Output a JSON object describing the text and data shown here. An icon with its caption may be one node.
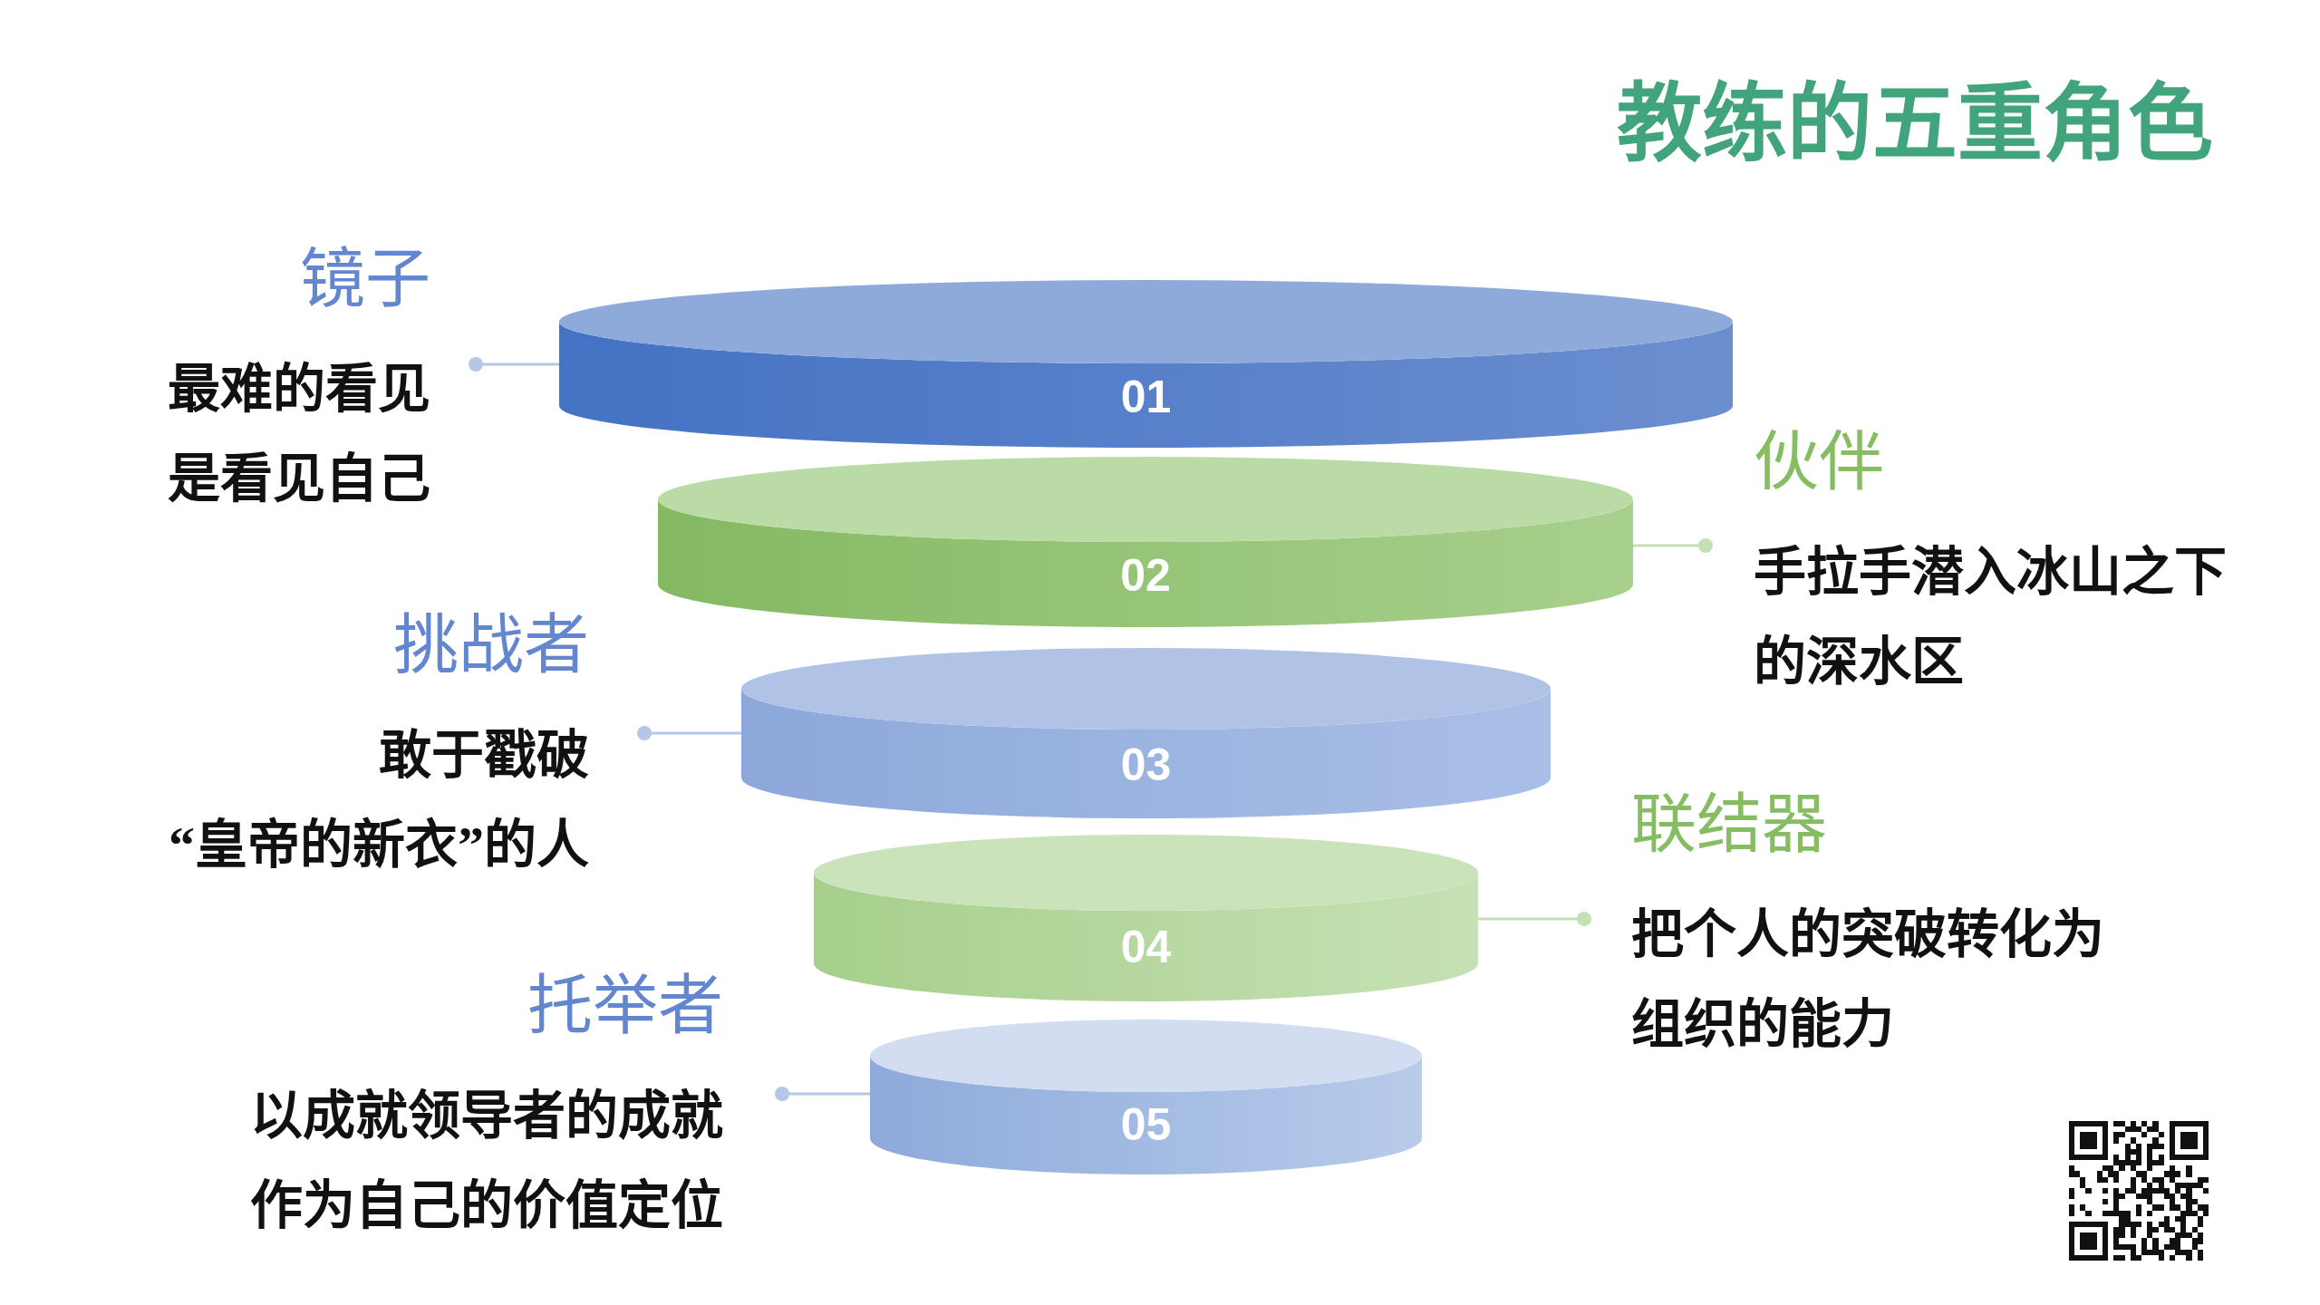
{
  "diagram": {
    "title": "教练的五重角色",
    "nodes": [
      {
        "text": [
          "镜子",
          "最难的看见是看见自己"
        ]
      },
      {
        "text": [
          "01"
        ]
      },
      {
        "text": [
          "伙伴",
          "手拉手潜入冰山之下的深水区"
        ]
      },
      {
        "text": [
          "02"
        ]
      },
      {
        "text": [
          "挑战者",
          "敢于戳破“皇帝的新衣”的人"
        ]
      },
      {
        "text": [
          "03"
        ]
      },
      {
        "text": [
          "联结器",
          "把个人的突破转化为组织的能力"
        ]
      },
      {
        "text": [
          "04"
        ]
      },
      {
        "text": [
          "托举者",
          "以成就领导者的成就作为自己的价值定位"
        ]
      },
      {
        "text": [
          "05"
        ]
      }
    ],
    "edges": [
      {
        "from": 0,
        "to": 1,
        "arrow": "other"
      },
      {
        "from": 2,
        "to": 3,
        "arrow": "other",
        "color": "#c5e0b4"
      },
      {
        "from": 4,
        "to": 5,
        "arrow": "other"
      },
      {
        "from": 6,
        "to": 7,
        "arrow": "other",
        "color": "#c5e0b4"
      },
      {
        "from": 8,
        "to": 9,
        "arrow": "other"
      }
    ]
  }
}
